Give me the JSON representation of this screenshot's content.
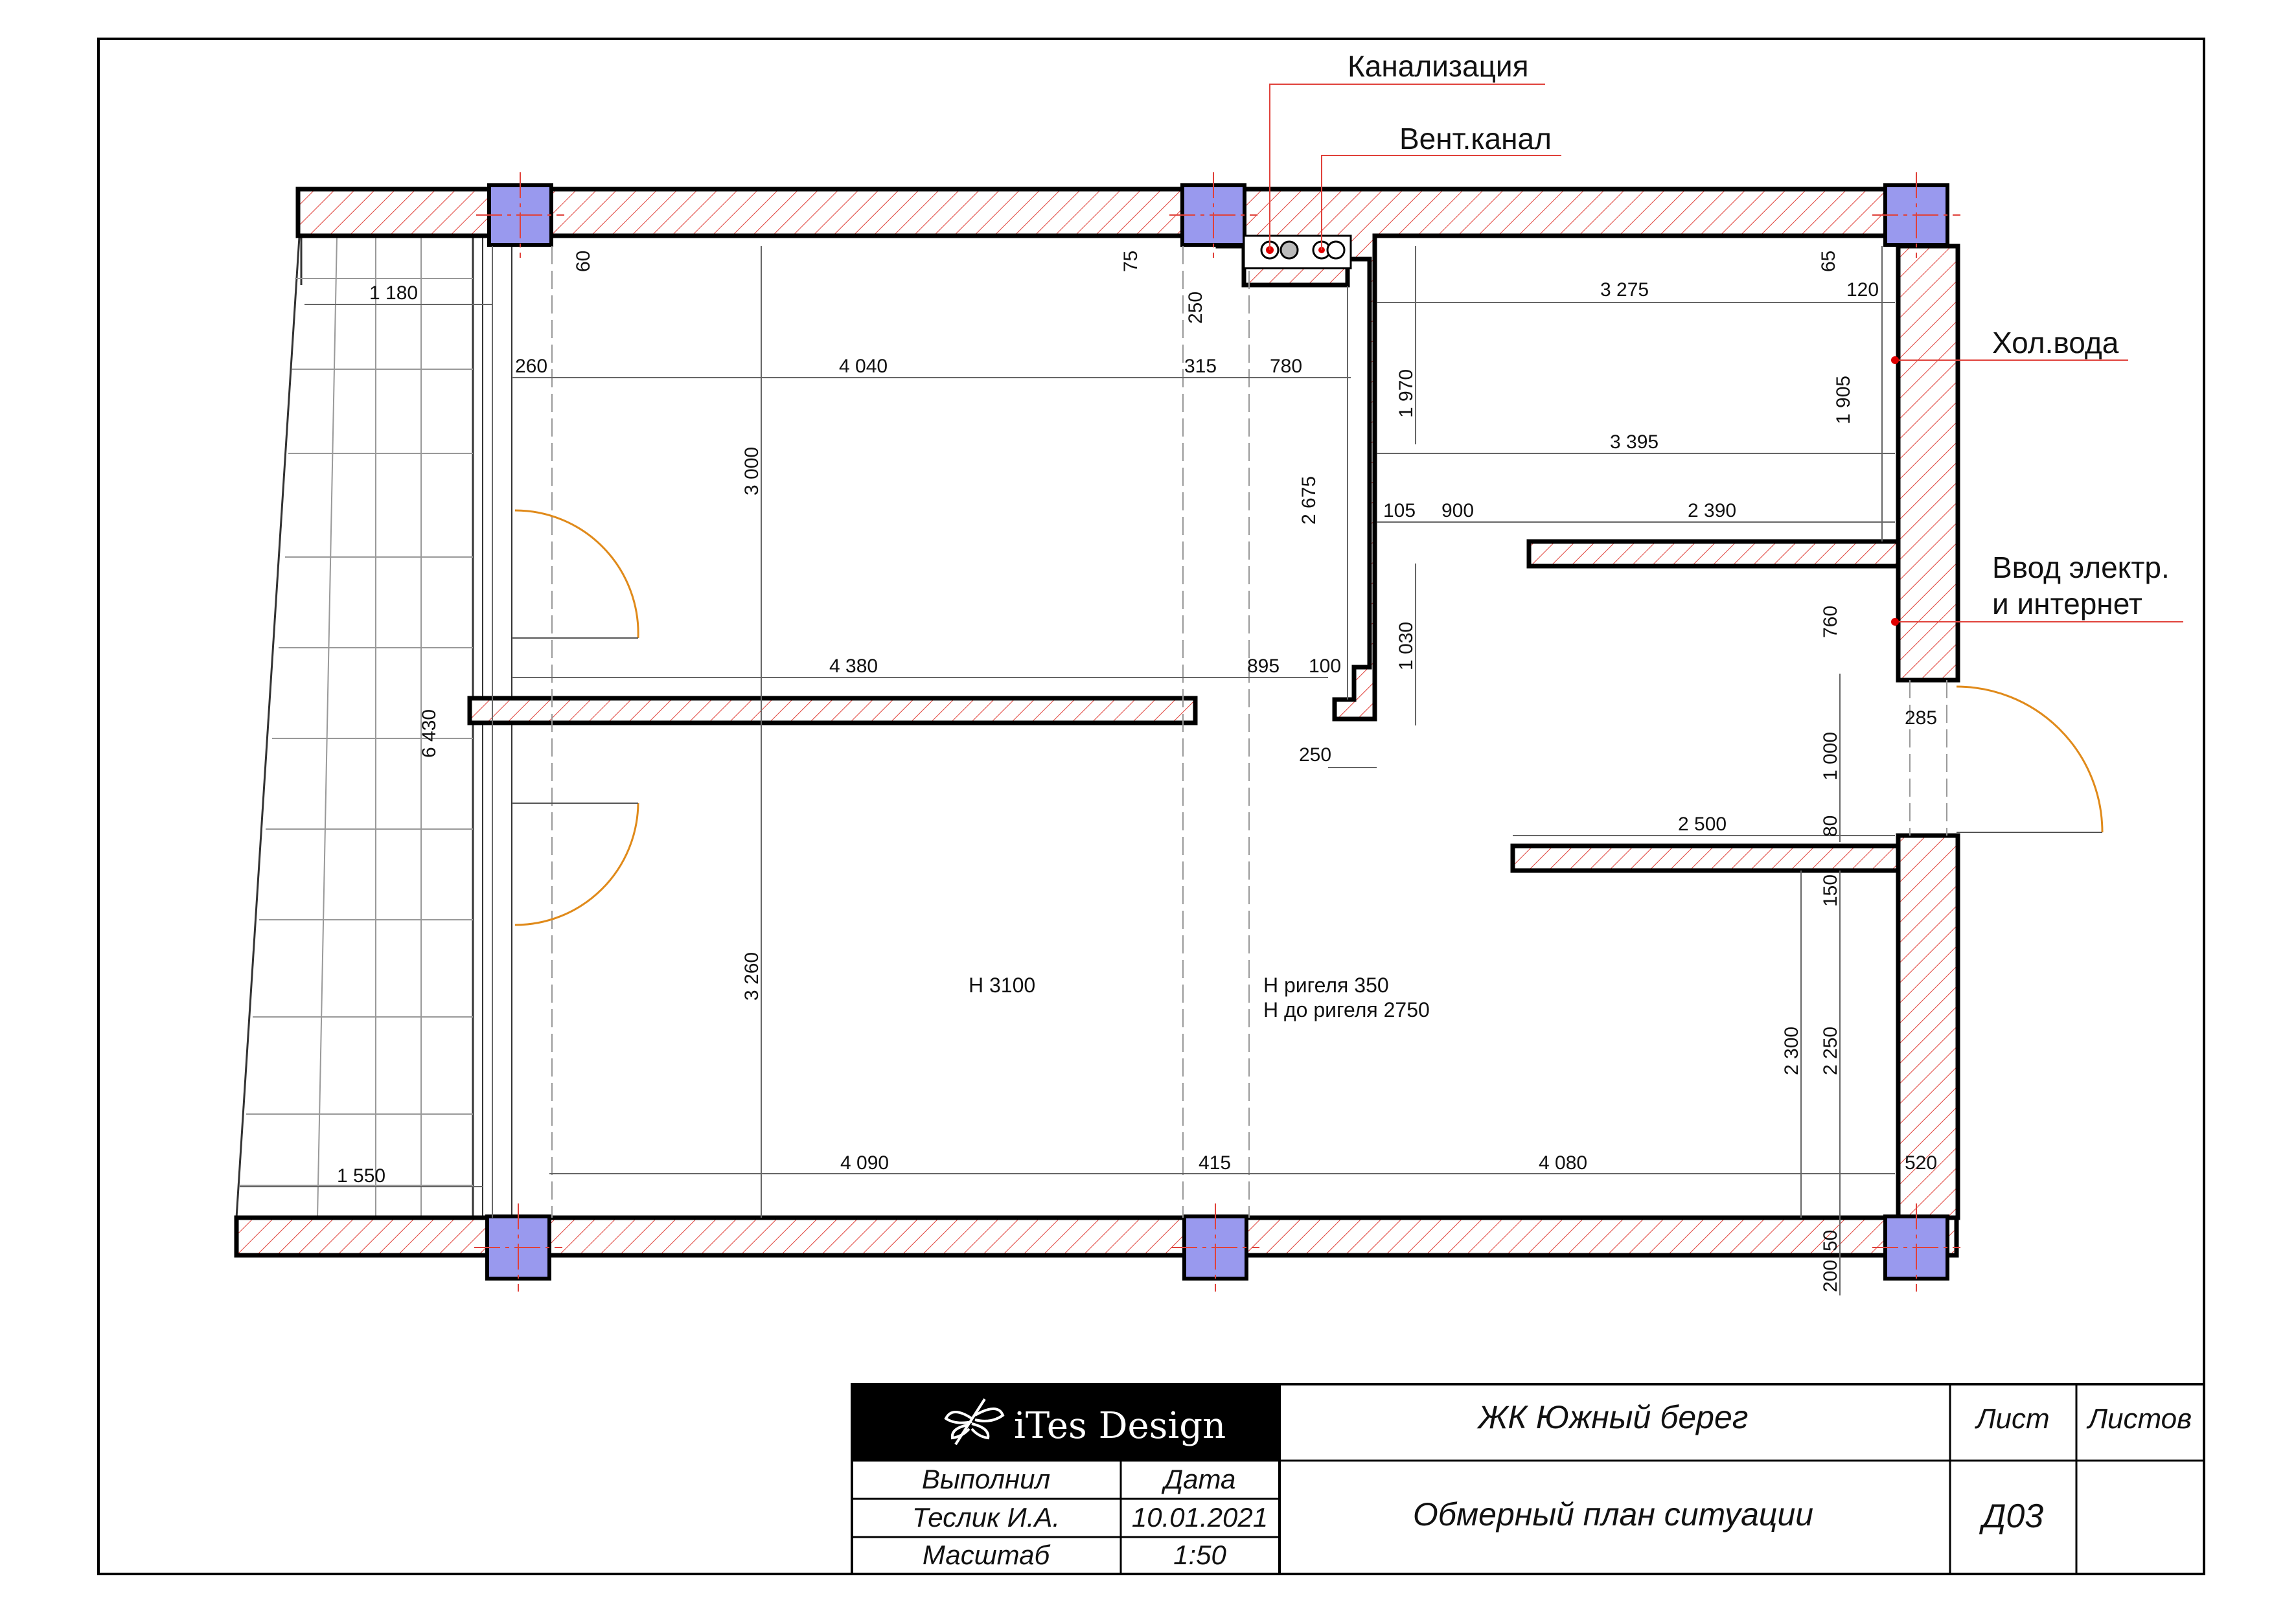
{
  "colors": {
    "hatch": "#e0413a",
    "column": "#9999ee",
    "door": "#e08a1a",
    "marker": "#e00000",
    "wall": "#000000"
  },
  "callouts": {
    "sewage": "Канализация",
    "vent": "Вент.канал",
    "cold_water": "Хол.вода",
    "electric_line1": "Ввод электр.",
    "electric_line2": "и интернет"
  },
  "notes": {
    "height": "Н 3100",
    "beam_height": "Н ригеля 350",
    "under_beam": "Н до ригеля 2750"
  },
  "dims": {
    "d1180": "1 180",
    "d60": "60",
    "d75": "75",
    "d250a": "250",
    "d65": "65",
    "d3275": "3 275",
    "d120": "120",
    "d260": "260",
    "d4040": "4 040",
    "d315": "315",
    "d780": "780",
    "d1970": "1 970",
    "d1905": "1 905",
    "d3000": "3 000",
    "d2675": "2 675",
    "d3395": "3 395",
    "d105": "105",
    "d900": "900",
    "d2390": "2 390",
    "d1030": "1 030",
    "d760": "760",
    "d4380": "4 380",
    "d895": "895",
    "d100": "100",
    "d6430": "6 430",
    "d285": "285",
    "d250b": "250",
    "d1000": "1 000",
    "d80": "80",
    "d2500": "2 500",
    "d150": "150",
    "d3260": "3 260",
    "d2300": "2 300",
    "d2250": "2 250",
    "d1550": "1 550",
    "d4090": "4 090",
    "d415": "415",
    "d4080": "4 080",
    "d520": "520",
    "d50": "50",
    "d200": "200"
  },
  "title_block": {
    "brand": "iTes Design",
    "project": "ЖК Южный берег",
    "sheet_label": "Лист",
    "sheets_label": "Листов",
    "performed_label": "Выполнил",
    "date_label": "Дата",
    "author": "Теслик И.А.",
    "date": "10.01.2021",
    "scale_label": "Масштаб",
    "scale": "1:50",
    "drawing_title": "Обмерный план ситуации",
    "sheet_number": "Д03"
  }
}
